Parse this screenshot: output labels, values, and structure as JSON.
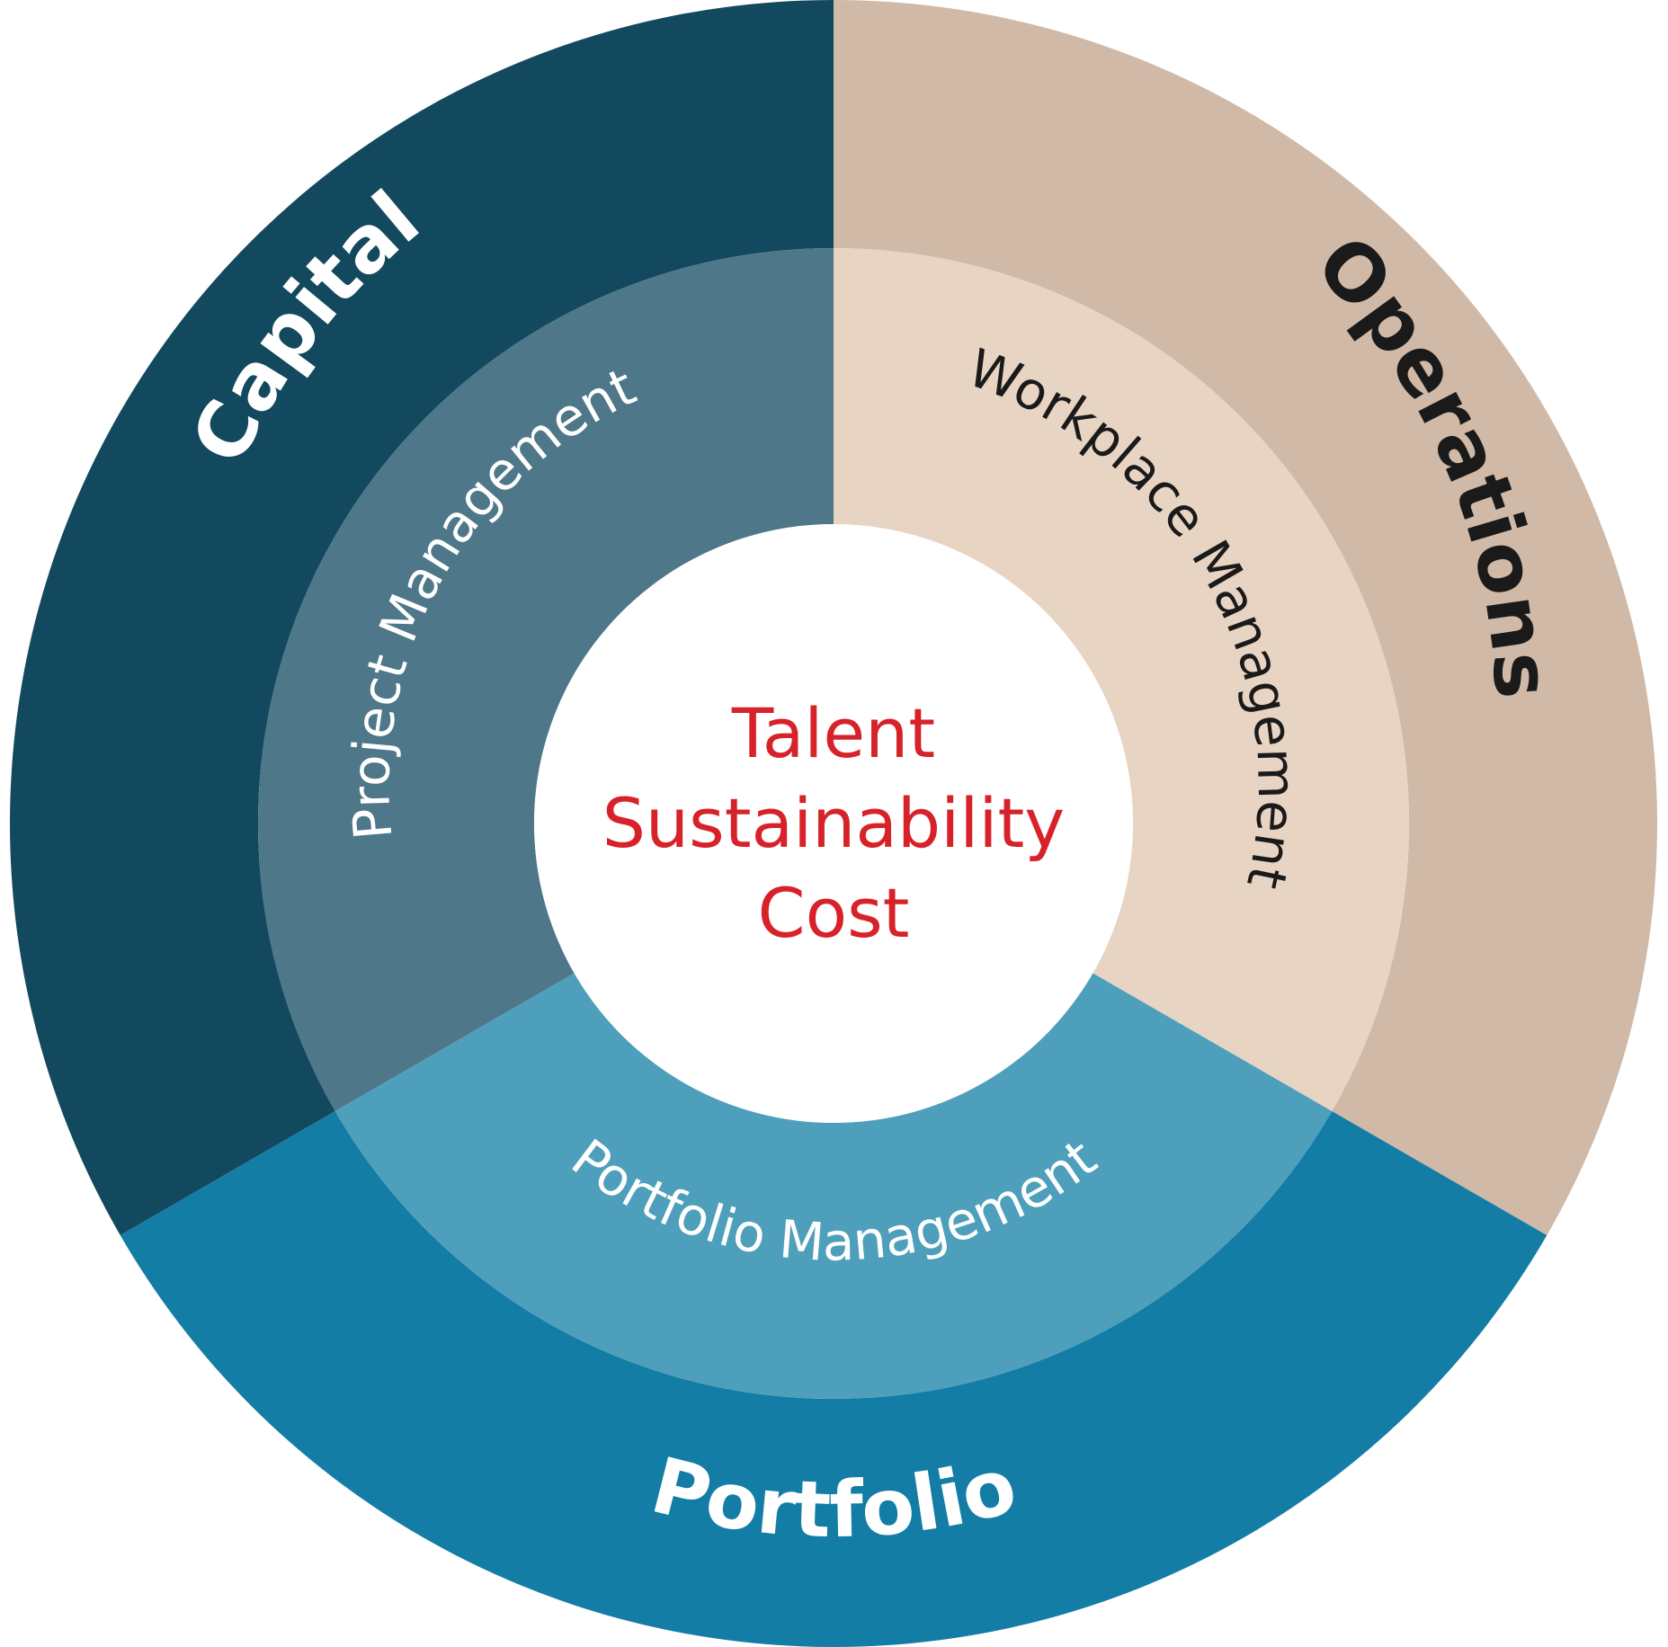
{
  "colors": {
    "capital_outer": "#12495F",
    "capital_inner": "#4E7789",
    "operations_outer": "#D0B9A7",
    "operations_inner": "#E8D4C3",
    "portfolio_outer": "#137DA6",
    "portfolio_inner": "#4E9FBC",
    "center_fill": "#FFFFFF",
    "center_text": "#D7222A",
    "light_text": "#FFFFFF",
    "dark_text": "#1A1A1A"
  },
  "segments": [
    {
      "id": "capital",
      "outer_label": "Capital",
      "inner_label": "Project Management"
    },
    {
      "id": "operations",
      "outer_label": "Operations",
      "inner_label": "Workplace Management"
    },
    {
      "id": "portfolio",
      "outer_label": "Portfolio",
      "inner_label": "Portfolio Management"
    }
  ],
  "center": {
    "lines": [
      "Talent",
      "Sustainability",
      "Cost"
    ]
  }
}
